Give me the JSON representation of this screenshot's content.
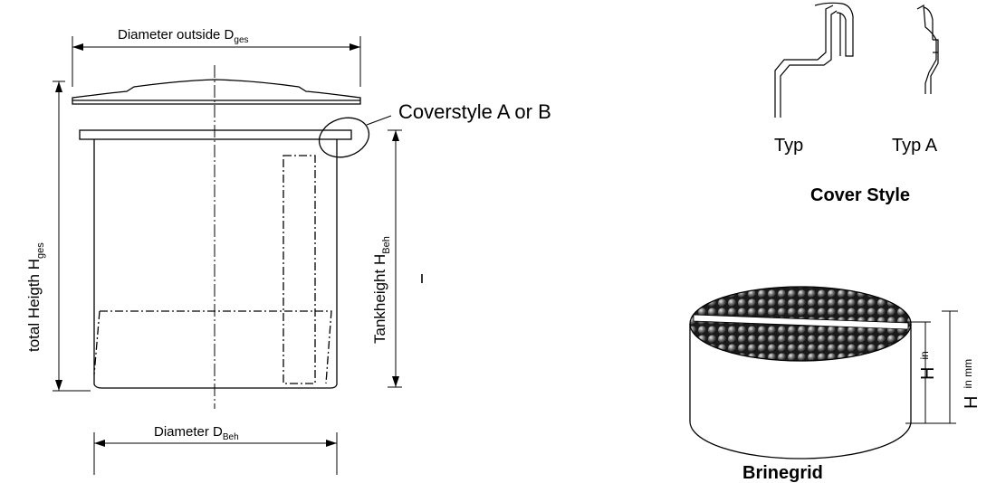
{
  "tank": {
    "diameter_outside": {
      "text": "Diameter outside  D",
      "sub": "ges"
    },
    "total_height": {
      "text": "total Heigth H",
      "sub": "ges"
    },
    "coverstyle_callout": "Coverstyle A or B",
    "tank_height": {
      "text": "Tankheight H",
      "sub": "Beh"
    },
    "diameter": {
      "text": "Diameter D",
      "sub": "Beh"
    }
  },
  "cover_style": {
    "typ_label": "Typ",
    "typ_a_label": "Typ A",
    "title": "Cover Style"
  },
  "brinegrid": {
    "h_in": {
      "text": "H",
      "sub": "in"
    },
    "h_in_mm": {
      "text": "H",
      "sub": "in mm"
    },
    "title": "Brinegrid"
  },
  "colors": {
    "ink": "#000000",
    "ball_dark": "#2a2a2a",
    "ball_light": "#cfcfcf"
  }
}
